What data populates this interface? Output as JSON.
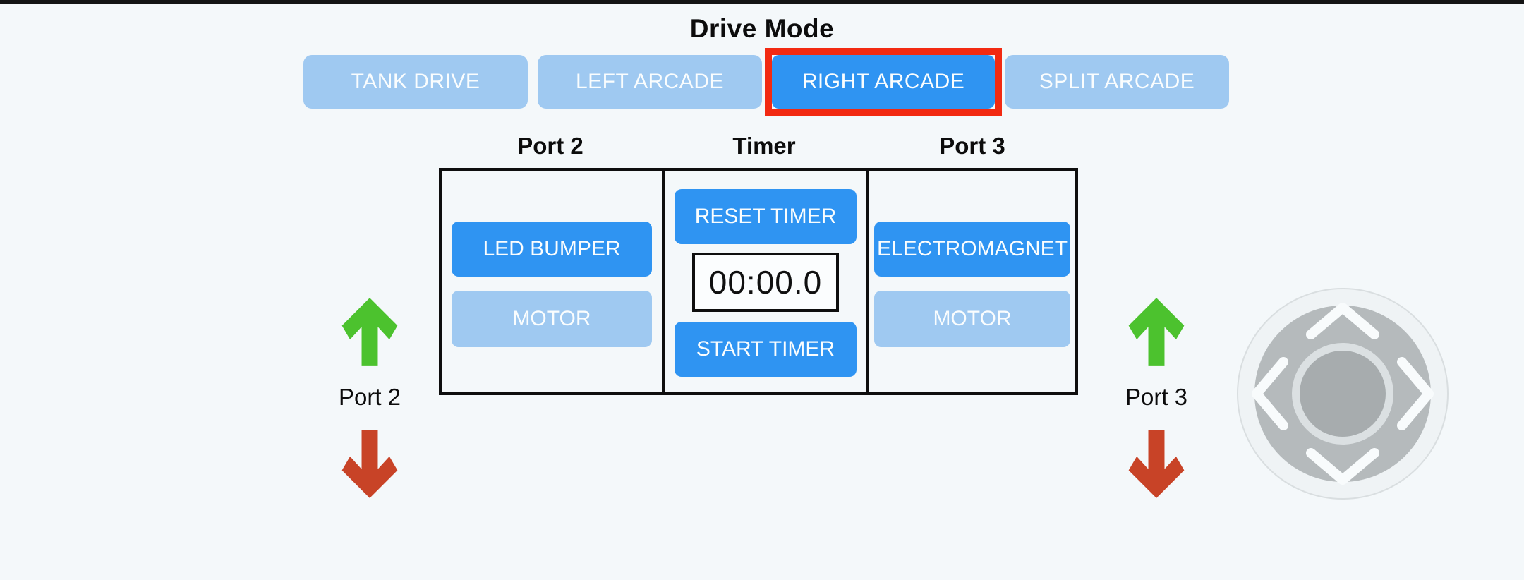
{
  "drive_mode": {
    "title": "Drive Mode",
    "buttons": [
      {
        "label": "TANK DRIVE",
        "selected": false
      },
      {
        "label": "LEFT ARCADE",
        "selected": false
      },
      {
        "label": "RIGHT ARCADE",
        "selected": true
      },
      {
        "label": "SPLIT ARCADE",
        "selected": false
      }
    ]
  },
  "panel": {
    "port2": {
      "header": "Port 2",
      "device_buttons": [
        {
          "label": "LED BUMPER",
          "active": true
        },
        {
          "label": "MOTOR",
          "active": false
        }
      ]
    },
    "timer": {
      "header": "Timer",
      "reset_button": "RESET TIMER",
      "display": "00:00.0",
      "start_button": "START TIMER"
    },
    "port3": {
      "header": "Port 3",
      "device_buttons": [
        {
          "label": "ELECTROMAGNET",
          "active": true
        },
        {
          "label": "MOTOR",
          "active": false
        }
      ]
    }
  },
  "port_indicators": {
    "left": {
      "label": "Port 2"
    },
    "right": {
      "label": "Port 3"
    }
  },
  "colors": {
    "background": "#F4F8FA",
    "top_bar": "#141414",
    "accent_blue": "#2F94F2",
    "inactive_blue": "#9FC9F1",
    "highlight_red": "#F22A12",
    "arrow_green": "#4CC22E",
    "arrow_red": "#C84327",
    "panel_border": "#0E0E0E",
    "button_text": "#FAFDFE",
    "timer_text": "#101010",
    "timer_bg": "#FBFDFE",
    "joystick_base": "#EFF3F5",
    "joystick_disc": "#B5BABC",
    "joystick_ring": "#DBE0E2",
    "joystick_knob": "#A7ACAE",
    "joystick_chevron": "#F8FBFC",
    "joystick_edge": "#D9DEE0"
  }
}
